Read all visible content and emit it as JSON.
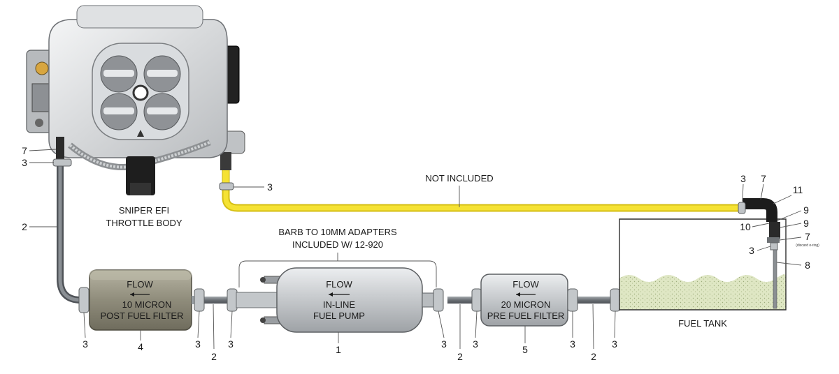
{
  "throttle_body": {
    "line1": "SNIPER EFI",
    "line2": "THROTTLE BODY"
  },
  "not_included": "NOT INCLUDED",
  "adapters": {
    "line1": "BARB TO 10MM ADAPTERS",
    "line2": "INCLUDED W/ 12-920"
  },
  "post_filter": {
    "flow": "FLOW",
    "line1": "10 MICRON",
    "line2": "POST FUEL FILTER",
    "callout": "4"
  },
  "pump": {
    "flow": "FLOW",
    "line1": "IN-LINE",
    "line2": "FUEL PUMP",
    "callout": "1"
  },
  "pre_filter": {
    "flow": "FLOW",
    "line1": "20 MICRON",
    "line2": "PRE FUEL FILTER",
    "callout": "5"
  },
  "tank": {
    "label": "FUEL TANK"
  },
  "callouts": {
    "c7_left": "7",
    "c3_left_top": "3",
    "c2_left": "2",
    "c3_return": "3",
    "c3_tank_top": "3",
    "c7_tank_top": "7",
    "c11": "11",
    "c9a": "9",
    "c9b": "9",
    "c10": "10",
    "c7_tank": "7",
    "c7_note": "(discard o-ring)",
    "c3_tank_side": "3",
    "c8": "8",
    "b3_1": "3",
    "b3_2": "3",
    "b2_1": "2",
    "b3_3": "3",
    "b3_4": "3",
    "b2_2": "2",
    "b3_5": "3",
    "b3_6": "3",
    "b2_3": "2",
    "b3_7": "3"
  },
  "colors": {
    "return_line": "#f5e233",
    "hose": "#7d8287",
    "tank_fuel": "#dfe7c4",
    "post_filter": "#8e8b7a",
    "pump": "#c9cccf"
  }
}
